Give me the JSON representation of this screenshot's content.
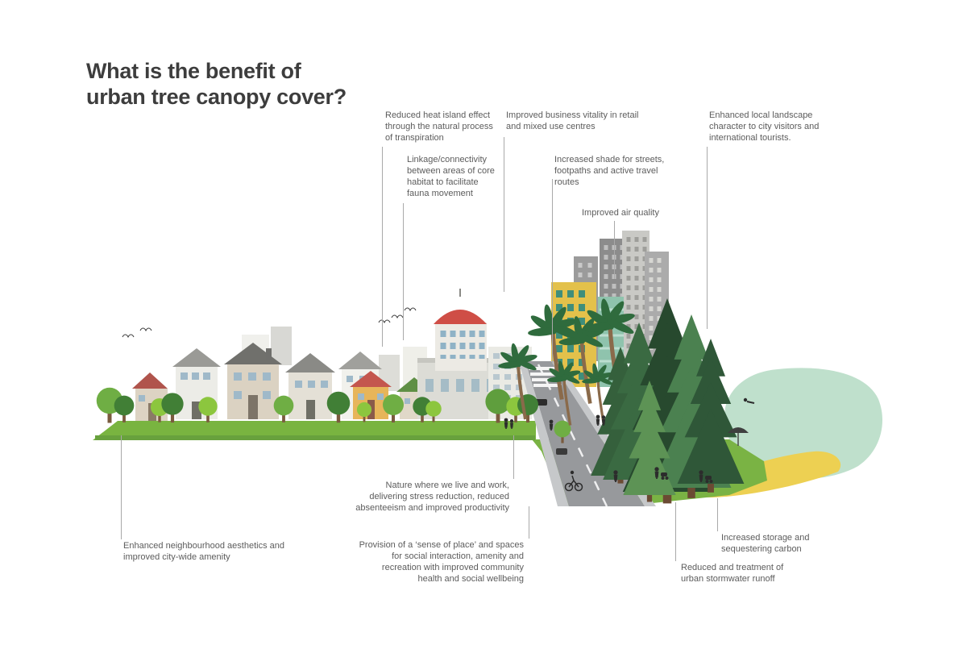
{
  "title": {
    "line1": "What is the benefit of",
    "line2": "urban tree canopy cover?"
  },
  "callouts": {
    "heat_island": {
      "text": "Reduced heat island effect through the natural process of transpiration"
    },
    "linkage": {
      "text": "Linkage/connectivity between areas of core habitat to facilitate fauna movement"
    },
    "business_vitality": {
      "text": "Improved business vitality in retail and mixed use centres"
    },
    "shade": {
      "text": "Increased shade for streets, footpaths and active travel routes"
    },
    "air_quality": {
      "text": "Improved air quality"
    },
    "landscape_character": {
      "text": "Enhanced local landscape character to city visitors and international tourists."
    },
    "neighbourhood_aesthetics": {
      "text": "Enhanced neighbourhood aesthetics and improved city-wide amenity"
    },
    "nature_live_work": {
      "text": "Nature where we live and work, delivering stress reduction, reduced absenteeism and improved productivity"
    },
    "sense_of_place": {
      "text": "Provision of a ‘sense of place’ and spaces for social interaction, amenity and recreation with improved community health and social wellbeing"
    },
    "carbon_storage": {
      "text": "Increased storage and sequestering carbon"
    },
    "stormwater": {
      "text": "Reduced and treatment of urban stormwater runoff"
    }
  },
  "colors": {
    "background": "#ffffff",
    "title_text": "#3d3d3d",
    "label_text": "#5c5c5c",
    "callout_line": "#a9a9a9",
    "grass_green": "#79b440",
    "tree_green_light": "#8cc63e",
    "tree_green_dark": "#417f36",
    "pine_green": "#2c5234",
    "palm_green": "#2f6b3d",
    "water_mint": "#bfe0cc",
    "sand_yellow": "#edd052",
    "road_gray": "#97999c",
    "building_yellow": "#e3c14b",
    "dome_red": "#cf4e46"
  }
}
